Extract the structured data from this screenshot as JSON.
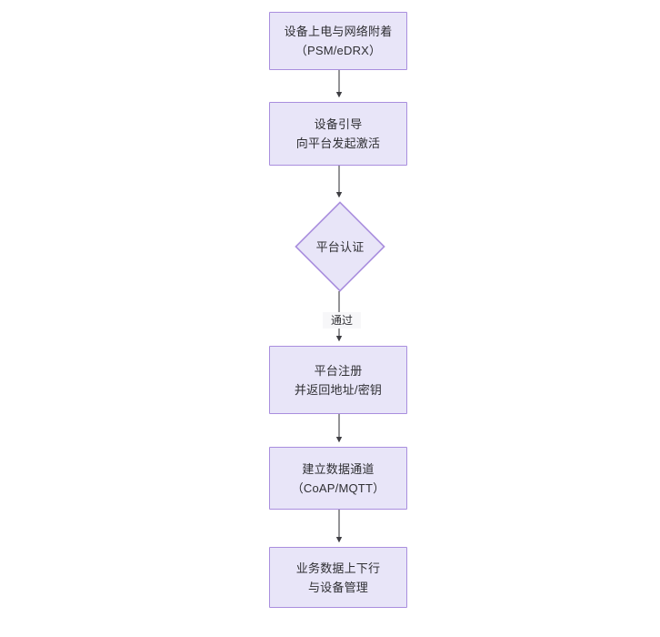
{
  "diagram": {
    "type": "flowchart",
    "orientation": "top-to-bottom",
    "background_color": "#ffffff",
    "node_fill_color": "#e8e5f8",
    "node_border_color": "#a98ede",
    "text_color": "#2f2f33",
    "edge_color": "#4d4d52",
    "nodes": [
      {
        "id": "n1",
        "shape": "rectangle",
        "label": "设备上电与网络附着\n（PSM/eDRX）",
        "line1": "设备上电与网络附着",
        "line2": "（PSM/eDRX）"
      },
      {
        "id": "n2",
        "shape": "rectangle",
        "label": "设备引导\n向平台发起激活",
        "line1": "设备引导",
        "line2": "向平台发起激活"
      },
      {
        "id": "n3",
        "shape": "diamond",
        "label": "平台认证",
        "line1": "平台认证",
        "line2": ""
      },
      {
        "id": "n4",
        "shape": "rectangle",
        "label": "平台注册\n并返回地址/密钥",
        "line1": "平台注册",
        "line2": "并返回地址/密钥"
      },
      {
        "id": "n5",
        "shape": "rectangle",
        "label": "建立数据通道\n（CoAP/MQTT）",
        "line1": "建立数据通道",
        "line2": "（CoAP/MQTT）"
      },
      {
        "id": "n6",
        "shape": "rectangle",
        "label": "业务数据上下行\n与设备管理",
        "line1": "业务数据上下行",
        "line2": "与设备管理"
      }
    ],
    "edges": [
      {
        "from": "n1",
        "to": "n2",
        "label": ""
      },
      {
        "from": "n2",
        "to": "n3",
        "label": ""
      },
      {
        "from": "n3",
        "to": "n4",
        "label": "通过"
      },
      {
        "from": "n4",
        "to": "n5",
        "label": ""
      },
      {
        "from": "n5",
        "to": "n6",
        "label": ""
      }
    ]
  }
}
